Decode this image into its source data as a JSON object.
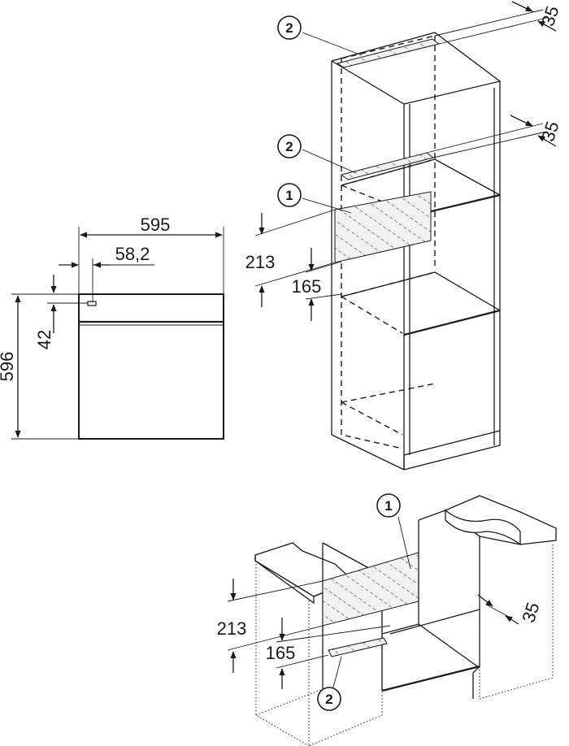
{
  "front_view": {
    "width_label": "595",
    "control_offset_label": "58,2",
    "height_label": "596",
    "panel_height_label": "42"
  },
  "tall_cabinet": {
    "top_gap_label": "35",
    "mid_gap_label": "35",
    "vent_height_label": "213",
    "niche_offset_label": "165",
    "callout_vent": "1",
    "callout_top_gap": "2",
    "callout_mid_gap": "2"
  },
  "under_counter": {
    "vent_height_label": "213",
    "niche_offset_label": "165",
    "rear_gap_label": "35",
    "callout_vent": "1",
    "callout_gap": "2"
  }
}
